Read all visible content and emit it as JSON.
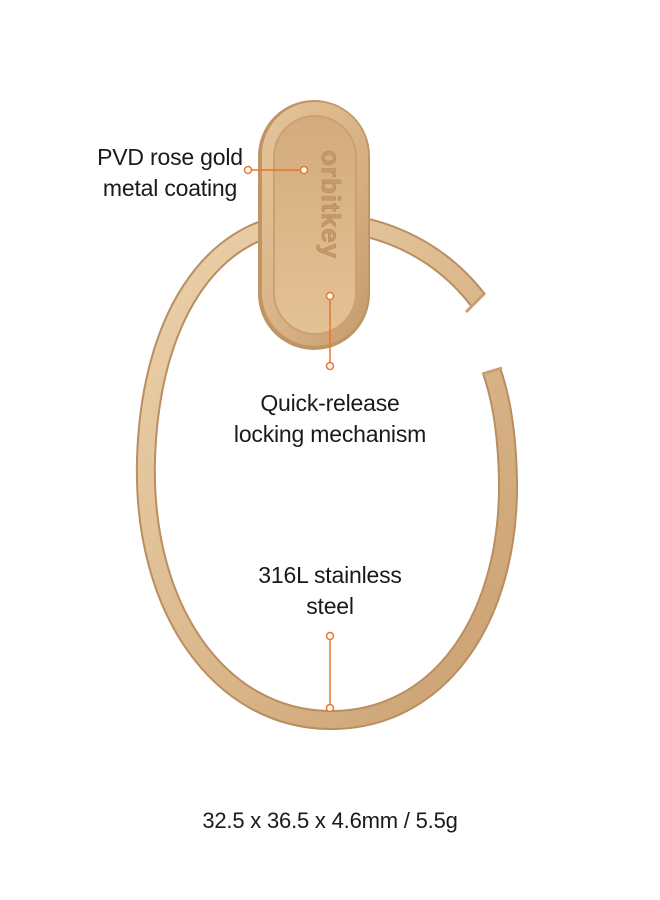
{
  "product": {
    "logo_text": "orbitkey",
    "colors": {
      "metal_light": "#e8c9a0",
      "metal_mid": "#d9b589",
      "metal_dark": "#b98e60",
      "callout_accent": "#e8762b"
    }
  },
  "callouts": [
    {
      "lines": [
        "PVD rose gold",
        "metal coating"
      ]
    },
    {
      "lines": [
        "Quick-release",
        "locking mechanism"
      ]
    },
    {
      "lines": [
        "316L stainless",
        "steel"
      ]
    }
  ],
  "dimensions_text": "32.5 x 36.5 x 4.6mm / 5.5g"
}
